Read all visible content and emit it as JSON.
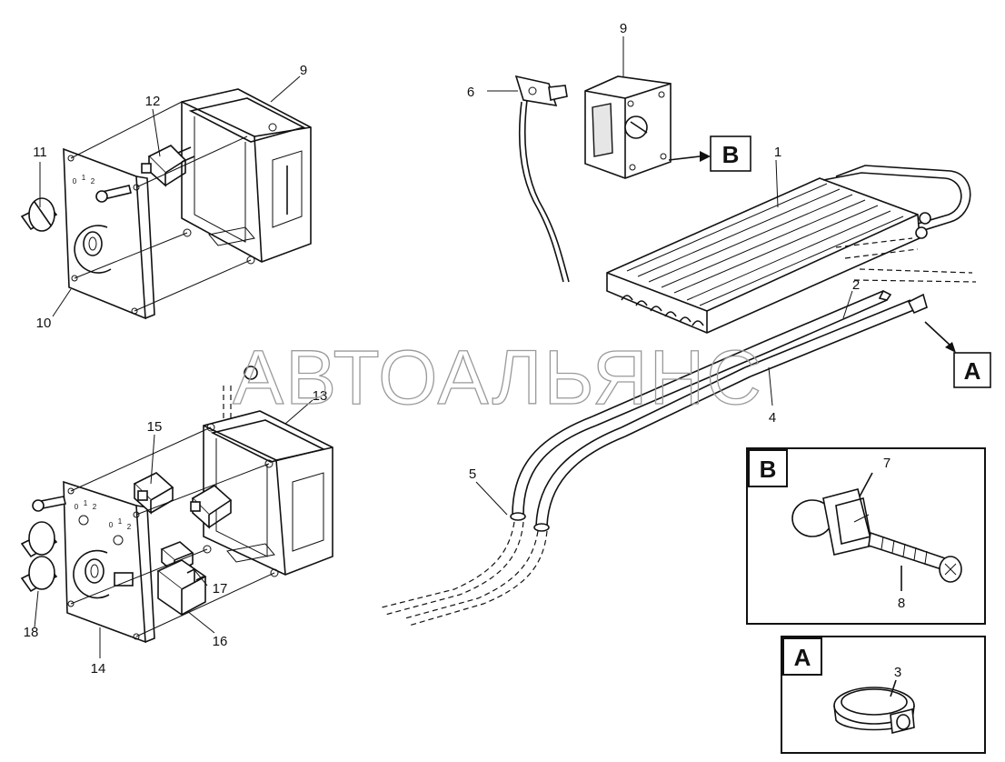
{
  "watermark": "АВТОАЛЬЯНС",
  "callouts": {
    "view_b": "B",
    "view_a": "A"
  },
  "insets": {
    "b": {
      "letter": "B"
    },
    "a": {
      "letter": "A"
    }
  },
  "dial_marks": {
    "upper": [
      "0",
      "1",
      "2"
    ],
    "lower_left": [
      "0",
      "1",
      "2"
    ],
    "lower_right": [
      "0",
      "1",
      "2"
    ]
  },
  "parts": [
    {
      "number": "1",
      "name": "heater-core"
    },
    {
      "number": "2",
      "name": "hose"
    },
    {
      "number": "3",
      "name": "hose-clamp"
    },
    {
      "number": "4",
      "name": "hose"
    },
    {
      "number": "5",
      "name": "hose"
    },
    {
      "number": "6",
      "name": "sensor"
    },
    {
      "number": "7",
      "name": "clip-nut"
    },
    {
      "number": "8",
      "name": "screw"
    },
    {
      "number": "9",
      "name": "switch-box"
    },
    {
      "number": "9",
      "name": "switch-box"
    },
    {
      "number": "10",
      "name": "panel"
    },
    {
      "number": "11",
      "name": "knob"
    },
    {
      "number": "12",
      "name": "switch"
    },
    {
      "number": "13",
      "name": "switch-box"
    },
    {
      "number": "14",
      "name": "panel"
    },
    {
      "number": "15",
      "name": "switch"
    },
    {
      "number": "16",
      "name": "relay"
    },
    {
      "number": "17",
      "name": "switch"
    },
    {
      "number": "18",
      "name": "knob"
    }
  ]
}
